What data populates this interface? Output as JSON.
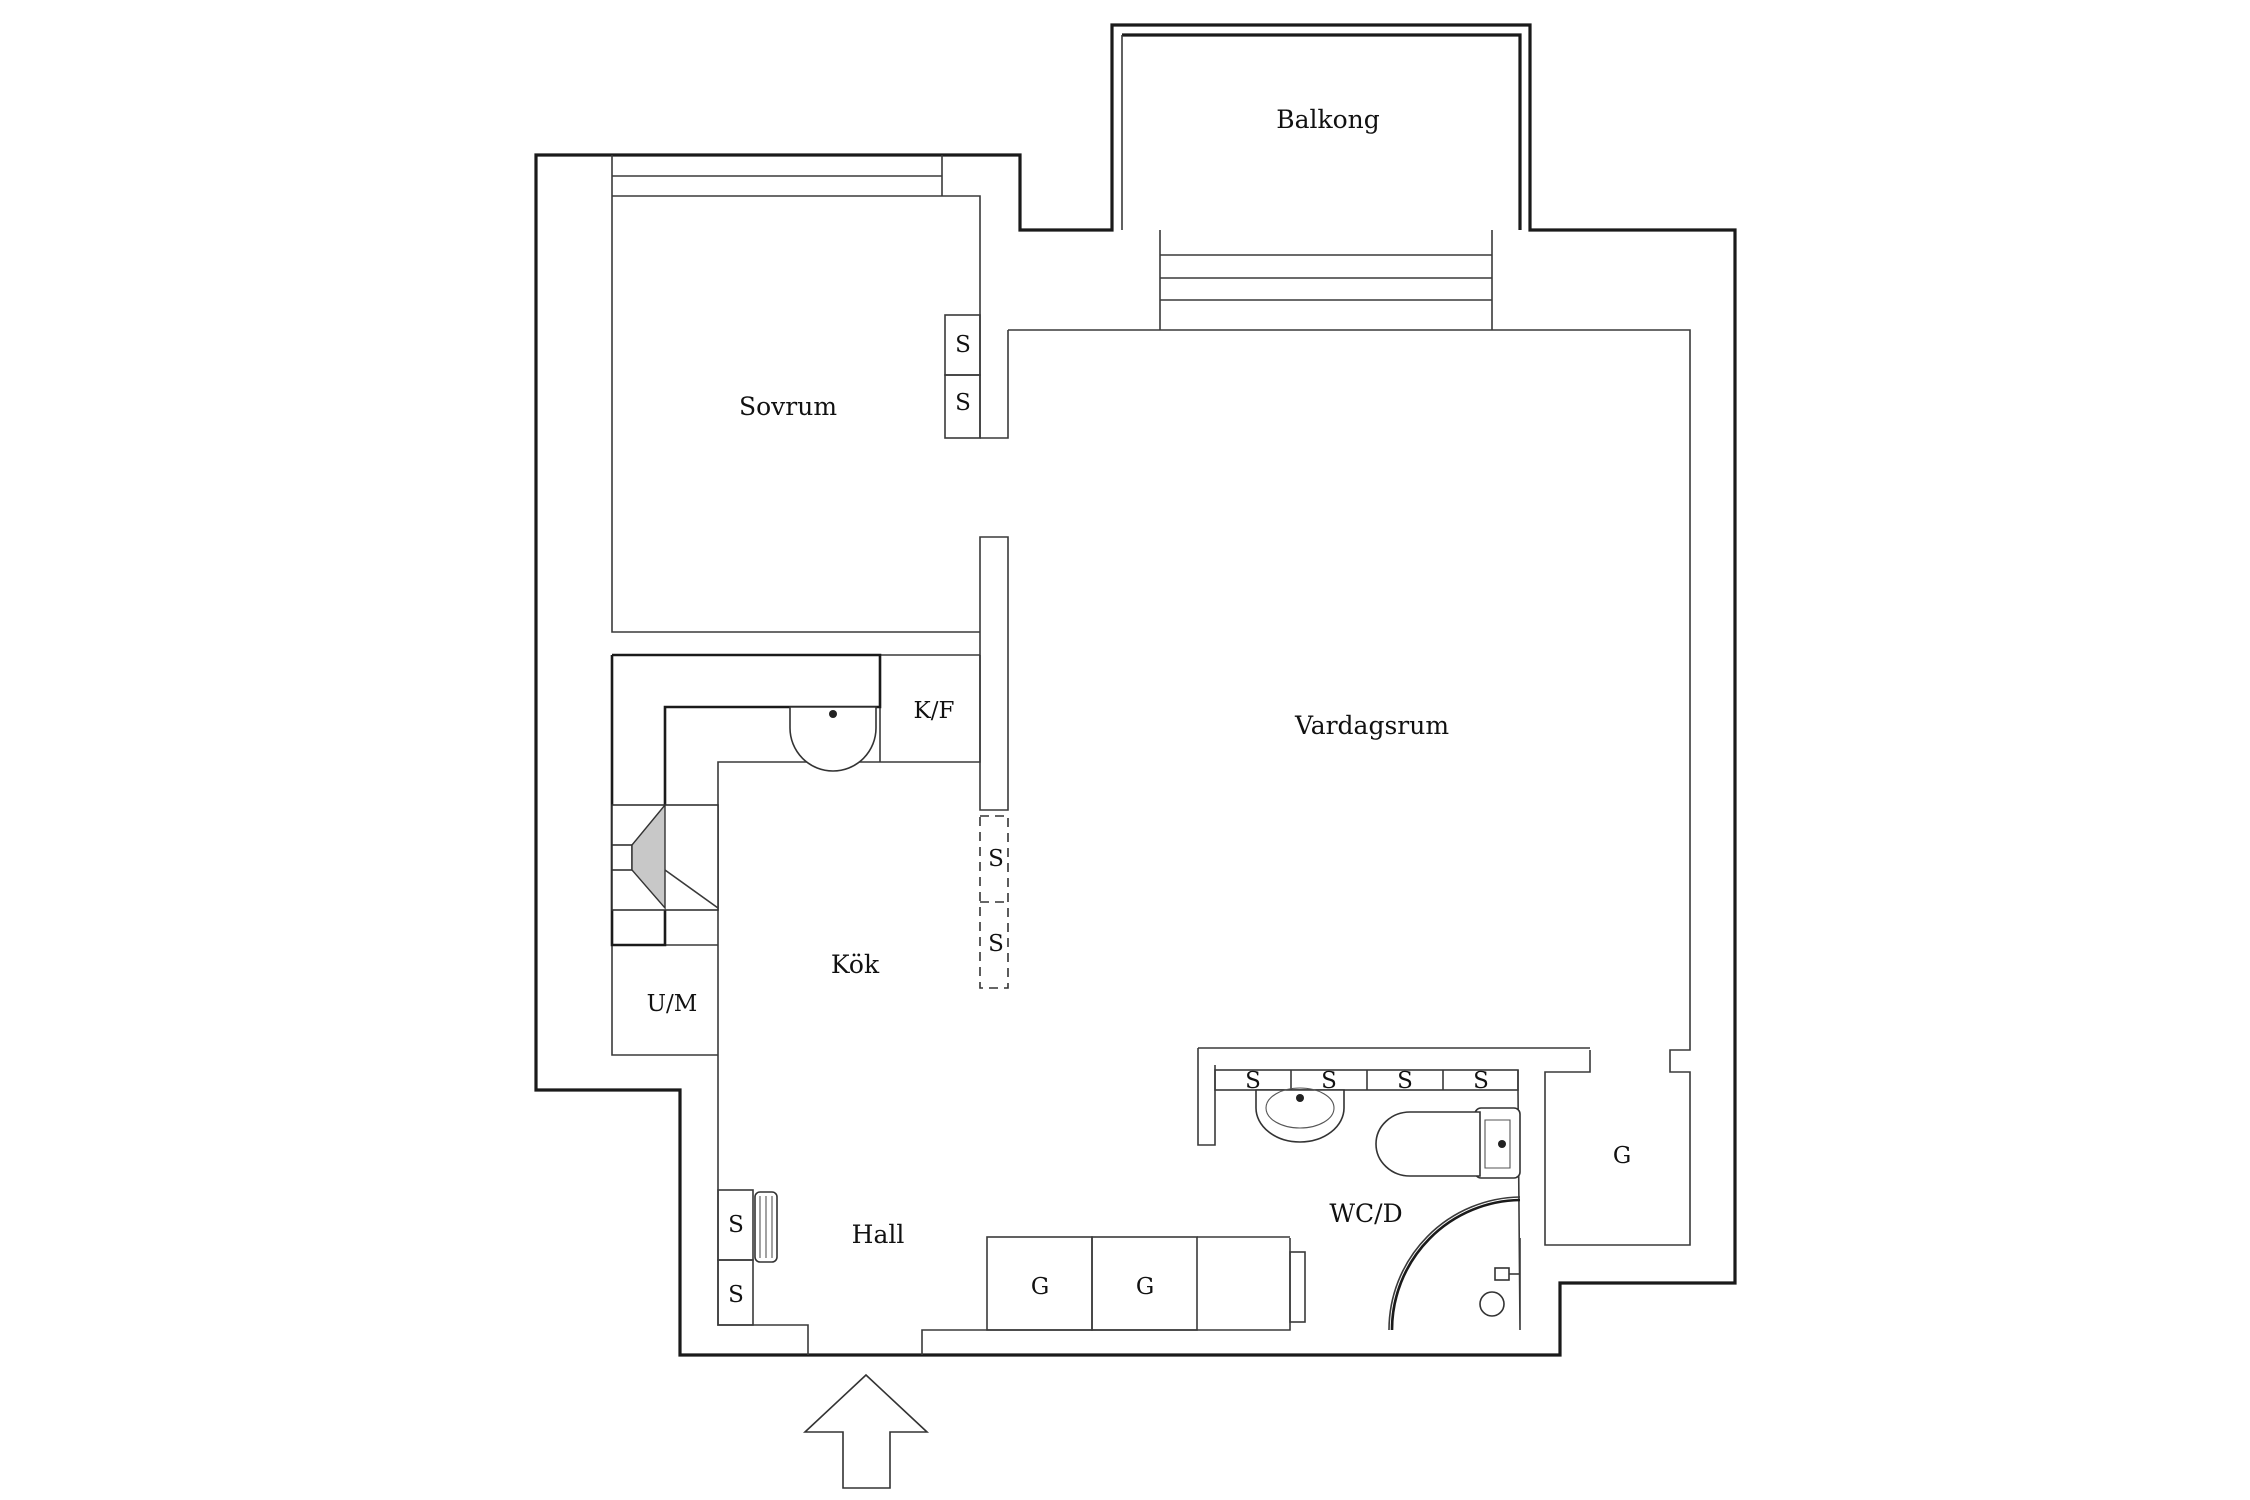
{
  "rooms": {
    "balkong": "Balkong",
    "sovrum": "Sovrum",
    "vardagsrum": "Vardagsrum",
    "kok": "Kök",
    "hall": "Hall",
    "wc": "WC/D"
  },
  "fixtures": {
    "kf": "K/F",
    "um": "U/M",
    "s": "S",
    "g": "G"
  },
  "colors": {
    "wall": "#1a1a1a",
    "line": "#3a3a3a",
    "background": "#ffffff"
  },
  "icons": [
    "entrance-arrow-icon",
    "sink-icon",
    "toilet-icon",
    "stove-icon",
    "radiator-icon",
    "shower-icon"
  ]
}
